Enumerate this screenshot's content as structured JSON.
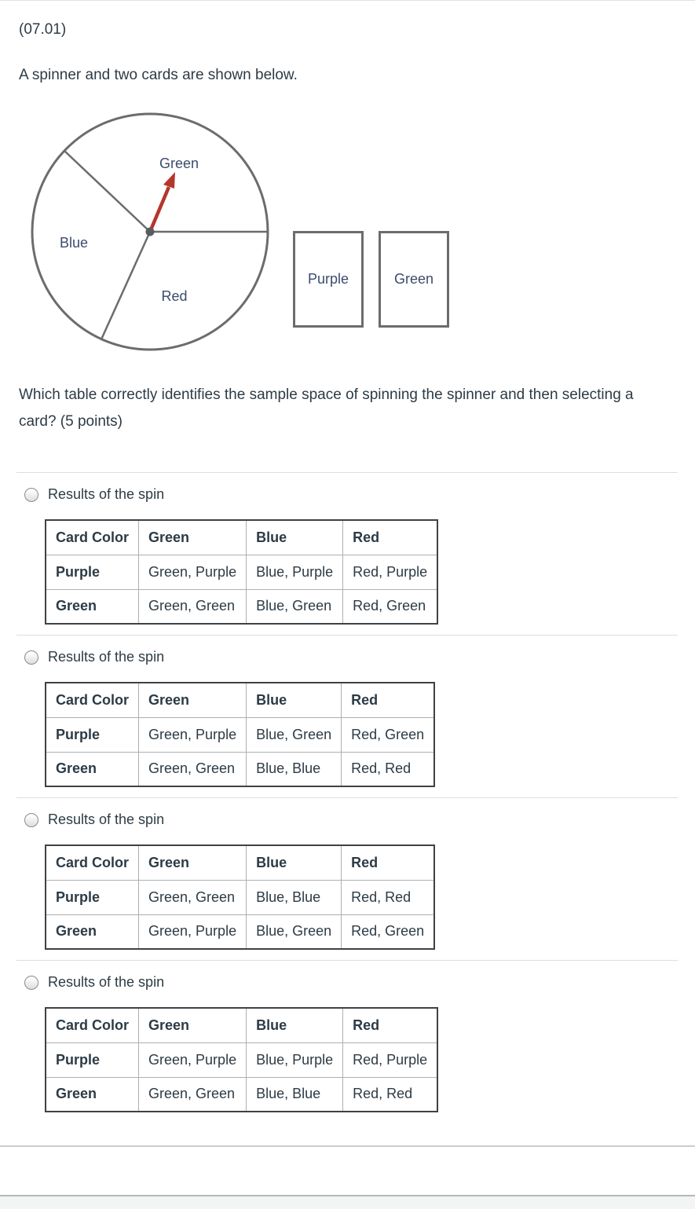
{
  "question": {
    "number": "(07.01)",
    "intro": "A spinner and two cards are shown below.",
    "prompt": "Which table correctly identifies the sample space of spinning the spinner and then selecting a card? (5 points)"
  },
  "spinner": {
    "label_top": "Green",
    "label_left": "Blue",
    "label_bottom": "Red",
    "arrow_points_to": "Green"
  },
  "cards": [
    {
      "label": "Purple"
    },
    {
      "label": "Green"
    }
  ],
  "options": [
    {
      "label": "Results of the spin",
      "selected": false,
      "table": {
        "headers": [
          "Card Color",
          "Green",
          "Blue",
          "Red"
        ],
        "rows": [
          [
            "Purple",
            "Green, Purple",
            "Blue, Purple",
            "Red, Purple"
          ],
          [
            "Green",
            "Green, Green",
            "Blue, Green",
            "Red, Green"
          ]
        ]
      }
    },
    {
      "label": "Results of the spin",
      "selected": false,
      "table": {
        "headers": [
          "Card Color",
          "Green",
          "Blue",
          "Red"
        ],
        "rows": [
          [
            "Purple",
            "Green, Purple",
            "Blue, Green",
            "Red, Green"
          ],
          [
            "Green",
            "Green, Green",
            "Blue, Blue",
            "Red, Red"
          ]
        ]
      }
    },
    {
      "label": "Results of the spin",
      "selected": false,
      "table": {
        "headers": [
          "Card Color",
          "Green",
          "Blue",
          "Red"
        ],
        "rows": [
          [
            "Purple",
            "Green, Green",
            "Blue, Blue",
            "Red, Red"
          ],
          [
            "Green",
            "Green, Purple",
            "Blue, Green",
            "Red, Green"
          ]
        ]
      }
    },
    {
      "label": "Results of the spin",
      "selected": false,
      "table": {
        "headers": [
          "Card Color",
          "Green",
          "Blue",
          "Red"
        ],
        "rows": [
          [
            "Purple",
            "Green, Purple",
            "Blue, Purple",
            "Red, Purple"
          ],
          [
            "Green",
            "Green, Green",
            "Blue, Blue",
            "Red, Red"
          ]
        ]
      }
    }
  ],
  "colors": {
    "text": "#2D3B45",
    "diagram_label": "#3B4C6D",
    "diagram_stroke": "#6A6C6E",
    "arrow_red": "#B5362B",
    "divider": "#DCDEE0",
    "table_outer_border": "#3F4144",
    "table_inner_border": "#ADAFB1",
    "footer_bg": "#F3F4F4"
  }
}
